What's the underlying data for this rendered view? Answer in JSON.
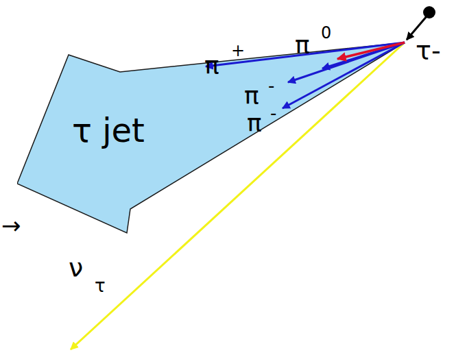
{
  "diagram": {
    "nodes": [
      {
        "text": [
          "τ jet"
        ]
      }
    ],
    "labels": [
      "π",
      "0",
      "π",
      "+",
      "π",
      "-",
      "π",
      "-",
      "τ-",
      "ν",
      "τ",
      "→"
    ]
  }
}
